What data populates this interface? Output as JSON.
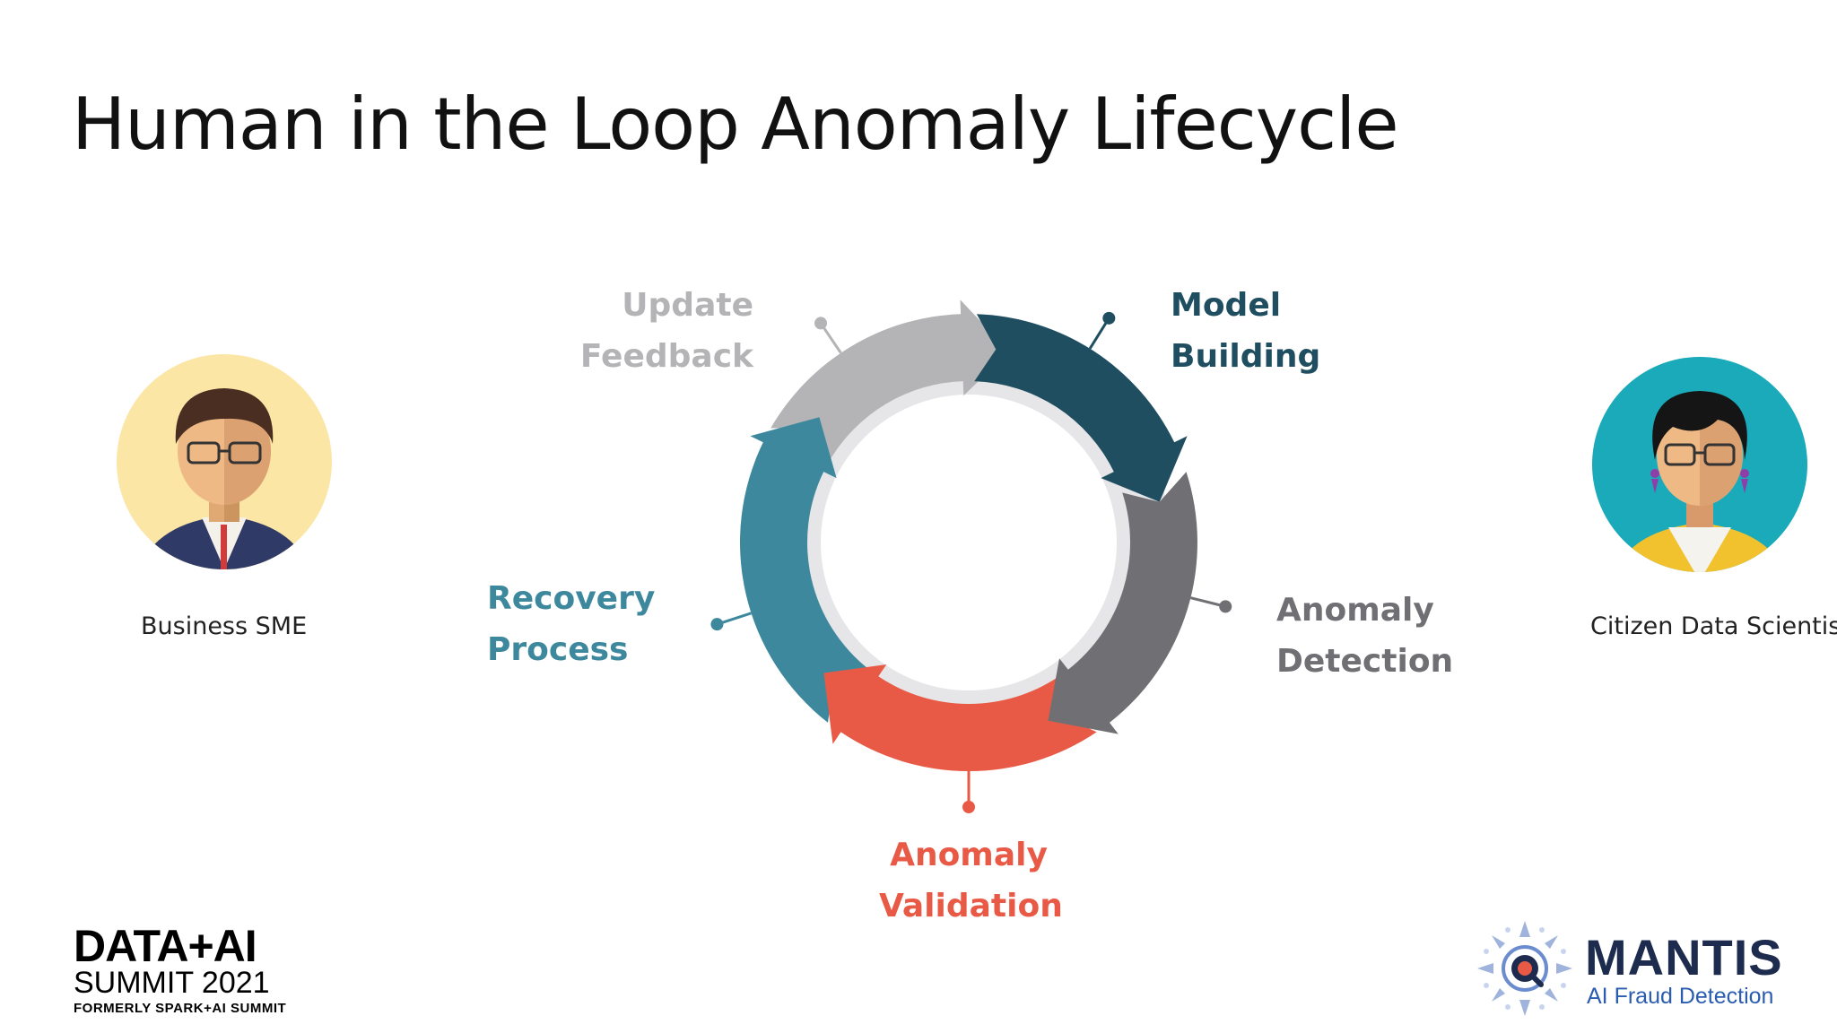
{
  "slide": {
    "title": "Human in the Loop Anomaly Lifecycle"
  },
  "people": {
    "left": {
      "label": "Business SME",
      "icon": "business-man-avatar-icon",
      "bg_color": "#fbe6a6"
    },
    "right": {
      "label": "Citizen Data Scientist",
      "icon": "woman-data-scientist-avatar-icon",
      "bg_color": "#1aaab9"
    }
  },
  "cycle": {
    "steps": [
      {
        "line1": "Model",
        "line2": "Building",
        "color": "#1f4e61"
      },
      {
        "line1": "Anomaly",
        "line2": "Detection",
        "color": "#707074"
      },
      {
        "line1": "Anomaly",
        "line2": "Validation",
        "color": "#e95a46"
      },
      {
        "line1": "Recovery",
        "line2": "Process",
        "color": "#3e889e"
      },
      {
        "line1": "Update",
        "line2": "Feedback",
        "color": "#b4b4b6"
      }
    ]
  },
  "footer": {
    "left_brand": {
      "line1": "DATA+AI",
      "line2": "SUMMIT 2021",
      "line3": "FORMERLY SPARK+AI SUMMIT"
    },
    "right_brand": {
      "name": "MANTIS",
      "subtitle": "AI Fraud Detection",
      "name_color": "#1d2b4e",
      "subtitle_color": "#2a5db0"
    }
  }
}
